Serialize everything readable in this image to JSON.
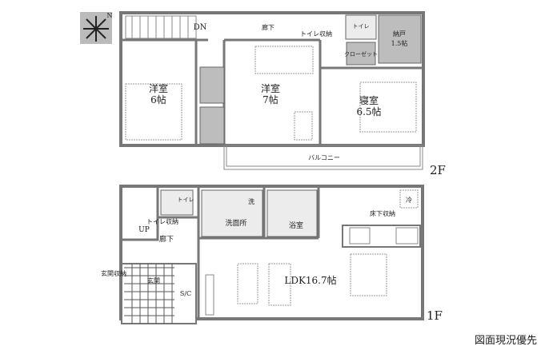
{
  "floor2": {
    "label": "2F",
    "compass": "N",
    "dn": "DN",
    "hallway": "廊下",
    "toilet": "トイレ",
    "toilet_storage": "トイレ収納",
    "closet": "クローゼット",
    "storage_room": "納戸",
    "storage_room_size": "1.5帖",
    "western_room_a": "洋室",
    "western_room_a_size": "6帖",
    "western_room_b": "洋室",
    "western_room_b_size": "7帖",
    "bedroom": "寝室",
    "bedroom_size": "6.5帖",
    "balcony": "バルコニー"
  },
  "floor1": {
    "label": "1F",
    "up": "UP",
    "toilet": "トイレ",
    "toilet_storage": "トイレ収納",
    "hallway": "廊下",
    "washroom": "洗面所",
    "washer": "洗",
    "bath": "浴室",
    "fridge": "冷",
    "underfloor_storage": "床下収納",
    "ldk": "LDK16.7帖",
    "entrance": "玄関",
    "entrance_storage": "玄関収納",
    "shoe_closet": "S/C"
  },
  "note": "図面現況優先"
}
